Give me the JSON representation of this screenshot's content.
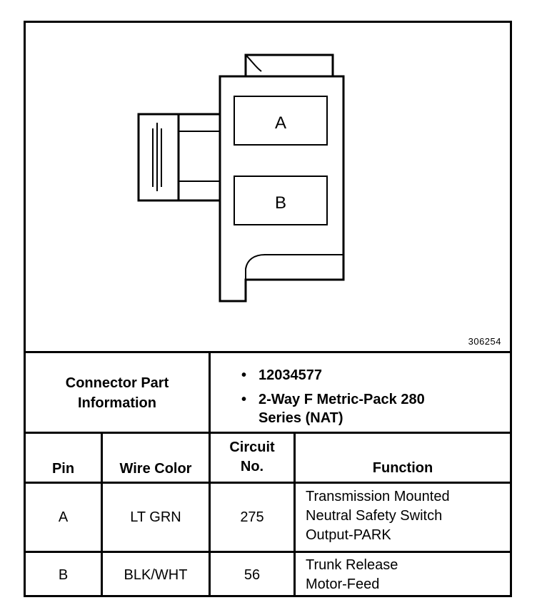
{
  "diagram": {
    "cavities": [
      "A",
      "B"
    ],
    "figure_id": "306254"
  },
  "info": {
    "label": "Connector Part Information",
    "label_line1": "Connector Part",
    "label_line2": "Information",
    "bullets": [
      "12034577",
      "2-Way F Metric-Pack 280",
      "Series (NAT)"
    ]
  },
  "table": {
    "headers": {
      "pin": "Pin",
      "wire_color": "Wire Color",
      "circuit_line1": "Circuit",
      "circuit_line2": "No.",
      "function": "Function"
    },
    "rows": [
      {
        "pin": "A",
        "wire_color": "LT GRN",
        "circuit": "275",
        "function_lines": [
          "Transmission Mounted",
          "Neutral Safety Switch",
          "Output-PARK"
        ]
      },
      {
        "pin": "B",
        "wire_color": "BLK/WHT",
        "circuit": "56",
        "function_lines": [
          "Trunk Release",
          "Motor-Feed"
        ]
      }
    ]
  }
}
